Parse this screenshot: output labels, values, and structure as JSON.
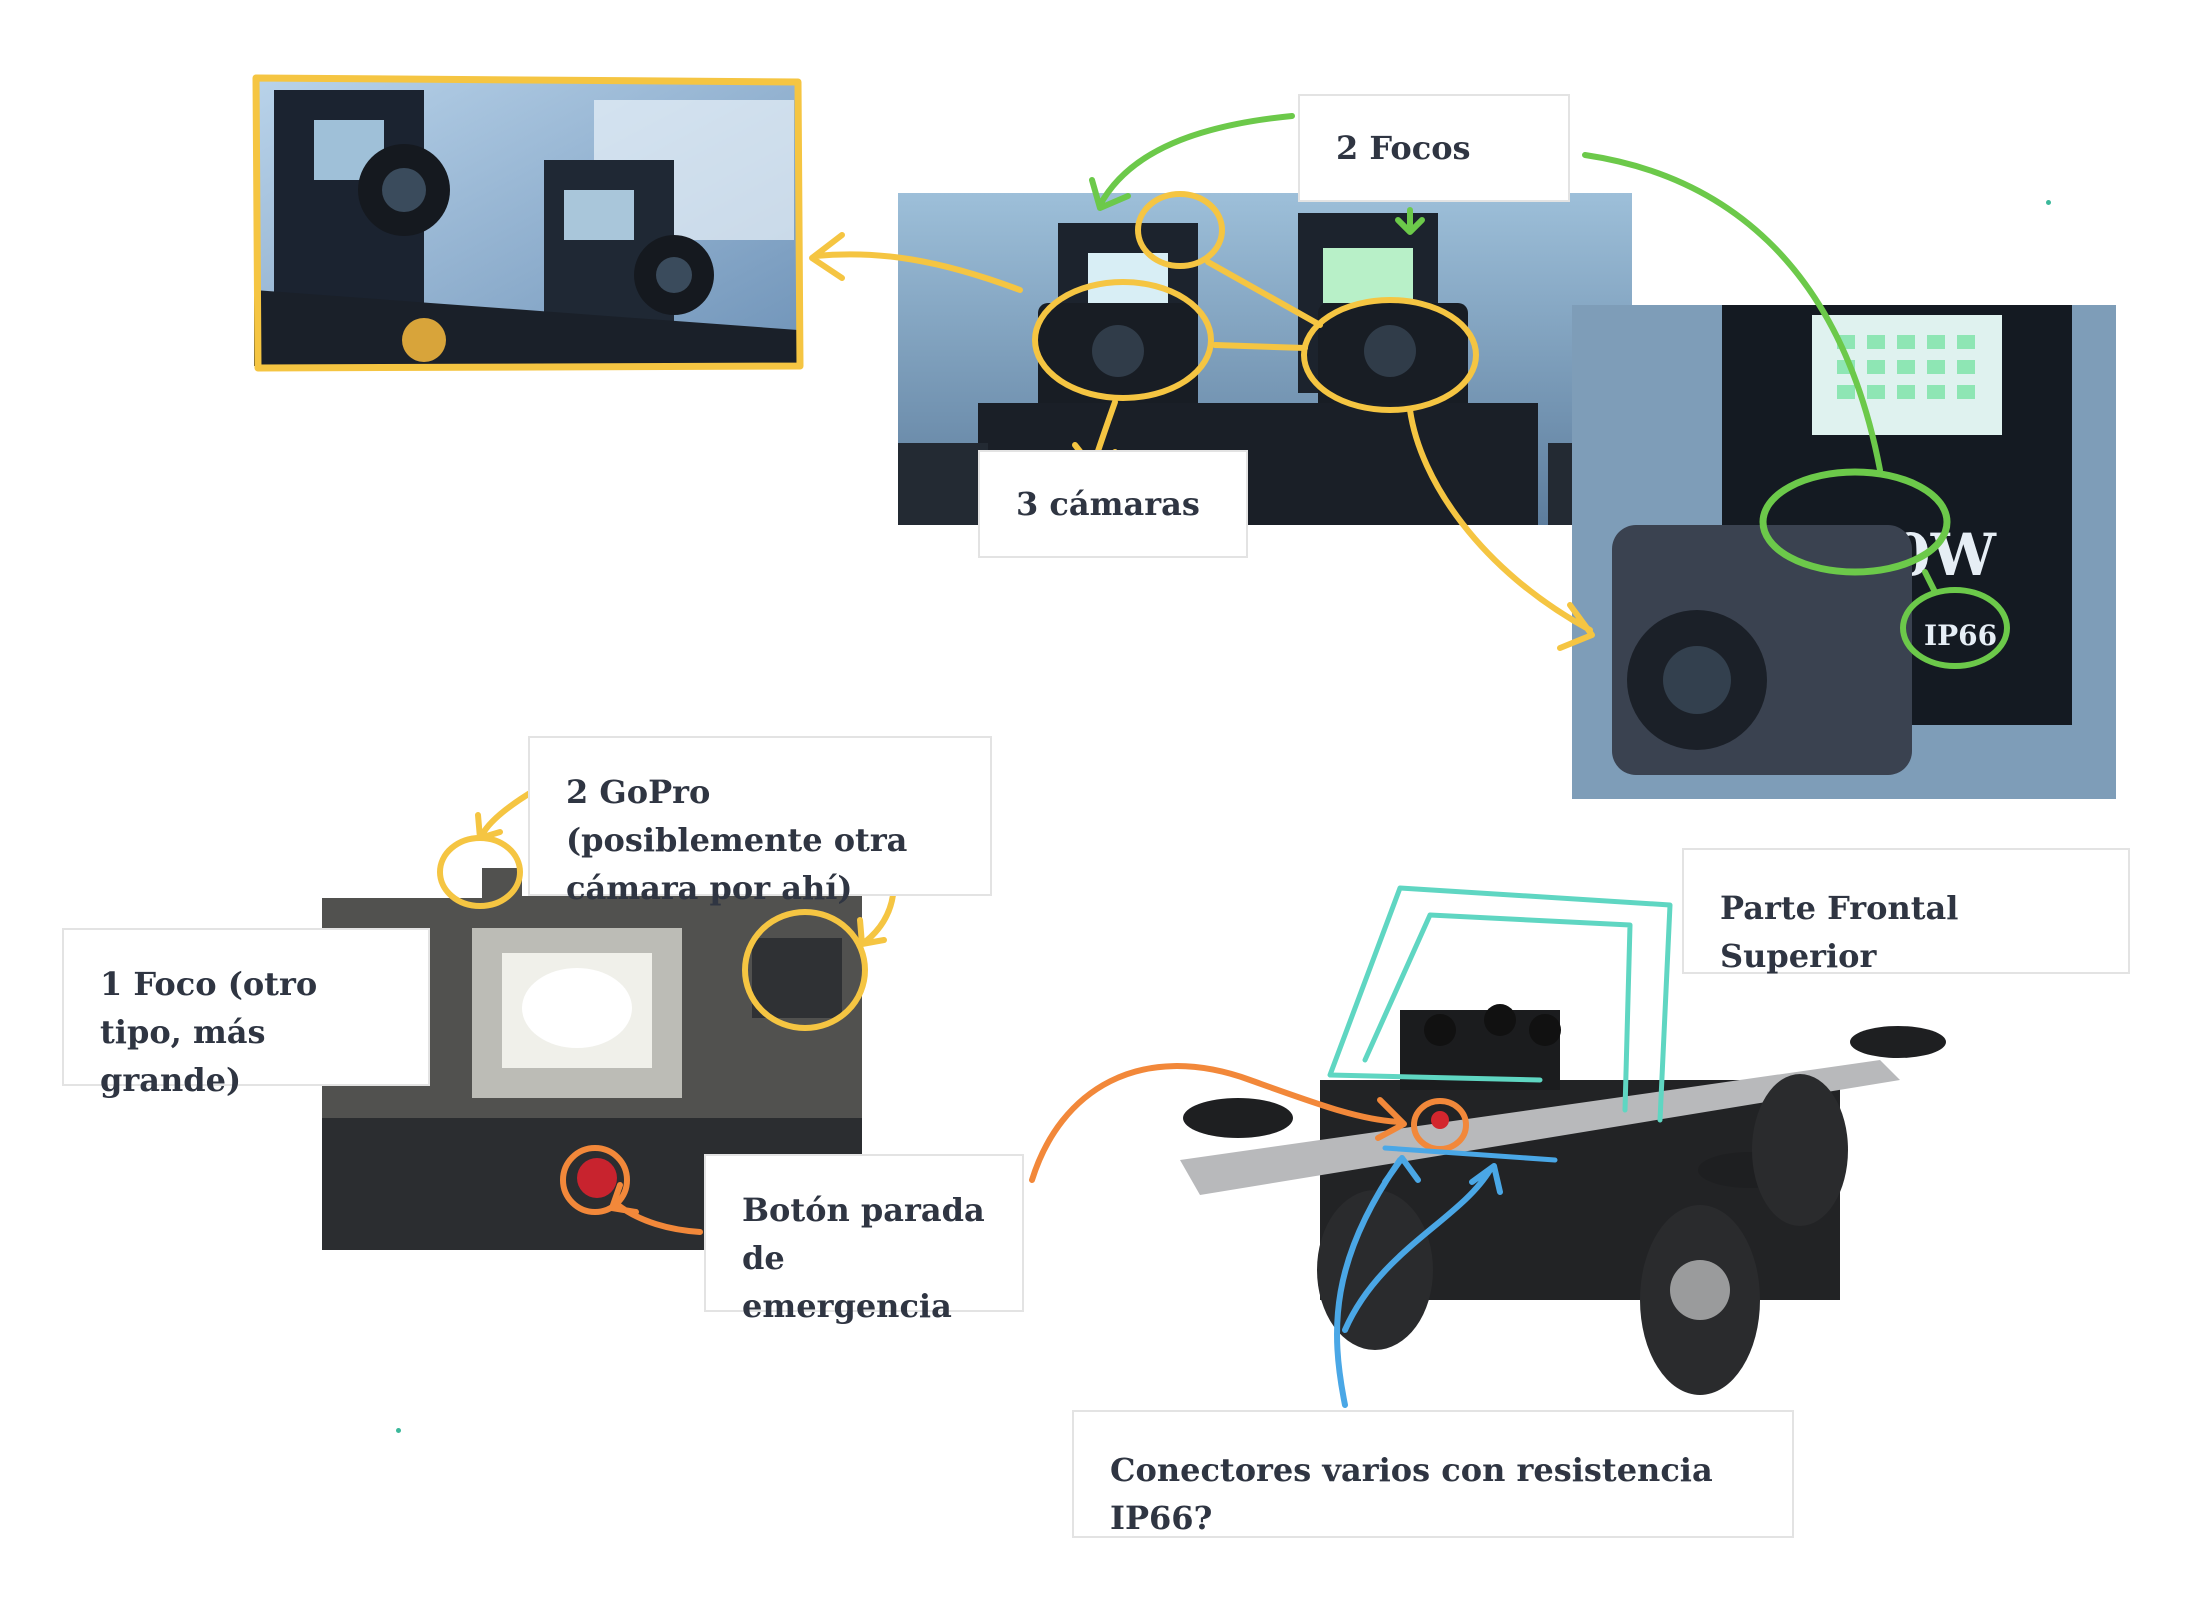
{
  "labels": {
    "focos": "2 Focos",
    "camaras": "3 cámaras",
    "gopro": "2 GoPro (posiblemente otra cámara por ahí)",
    "foco_grande": "1 Foco (otro tipo, más grande)",
    "boton": "Botón parada de emergencia",
    "frontal": "Parte Frontal Superior",
    "conectores": "Conectores varios con resistencia IP66?"
  },
  "photo_marks": {
    "wattage": "10W",
    "rating": "IP66"
  },
  "colors": {
    "yellow": "#f5c542",
    "green": "#6cc94a",
    "orange": "#f2883a",
    "teal": "#5fd6c2",
    "blue": "#4aa7e6",
    "text": "#2f3542"
  }
}
